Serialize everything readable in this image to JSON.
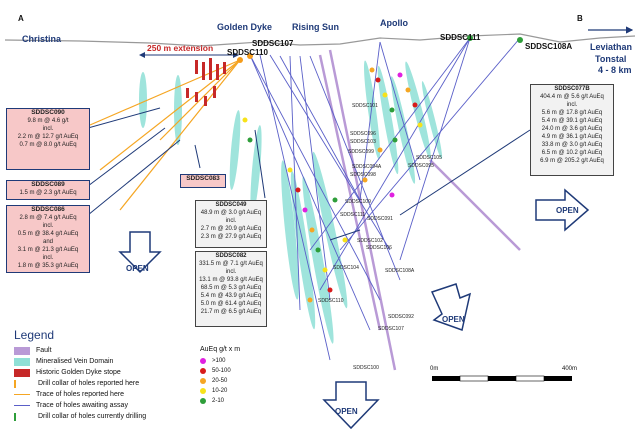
{
  "corner_labels": {
    "left": "A",
    "right": "B"
  },
  "areas": {
    "christina": "Christina",
    "golden_dyke": "Golden Dyke",
    "rising_sun": "Rising Sun",
    "apollo": "Apollo",
    "leviathan": "Leviathan",
    "tonstal": "Tonstal",
    "distance": "4 - 8 km"
  },
  "extension_label": "250 m extension",
  "collars": {
    "sddsc107": "SDDSC107",
    "sddsc110": "SDDSC110",
    "sddsc111": "SDDSC111",
    "sddsc108a": "SDDSC108A"
  },
  "boxes": {
    "sddsc090": {
      "title": "SDDSC090",
      "lines": [
        "9.8 m @ 4.6 g/t",
        "incl.",
        "2.2 m @ 12.7 g/t AuEq",
        "0.7 m @ 8.0 g/t AuEq"
      ]
    },
    "sddsc089": {
      "title": "SDDSC089",
      "lines": [
        "1.5 m @ 2.3 g/t AuEq"
      ]
    },
    "sddsc086": {
      "title": "SDDSC086",
      "lines": [
        "2.8 m @ 7.4 g/t AuEq",
        "incl.",
        "0.5 m @ 38.4 g/t AuEq",
        "and",
        "3.1 m @ 21.3 g/t AuEq",
        "incl.",
        "1.8 m @ 35.3 g/t AuEq"
      ]
    },
    "sddsc083": {
      "title": "SDDSC083"
    },
    "sddsc049": {
      "title": "SDDSC049",
      "lines": [
        "48.9 m @ 3.0 g/t AuEq",
        "incl.",
        "2.7 m @ 20.9 g/t AuEq",
        "2.3 m @ 27.9 g/t AuEq"
      ]
    },
    "sddsc082": {
      "title": "SDDSC082",
      "lines": [
        "331.5 m @ 7.1 g/t AuEq",
        "incl.",
        "13.1 m @ 93.8 g/t AuEq",
        "68.5 m @ 5.3 g/t AuEq",
        "5.4 m @ 43.9 g/t AuEq",
        "5.0 m @ 61.4 g/t AuEq",
        "21.7 m @ 6.5 g/t AuEq"
      ]
    },
    "sddsc077b": {
      "title": "SDDSC077B",
      "lines": [
        "404.4 m @ 5.6 g/t AuEq",
        "incl.",
        "5.6 m @ 17.8 g/t AuEq",
        "5.4 m @ 39.1 g/t AuEq",
        "24.0 m @ 3.6 g/t AuEq",
        "4.9 m @ 36.1 g/t AuEq",
        "33.8 m @ 3.0 g/t AuEq",
        "6.5 m @ 10.2 g/t AuEq",
        "6.9 m @ 205.2 g/t AuEq"
      ]
    }
  },
  "hole_labels": [
    "SDDSC101",
    "SDDSC096",
    "SDDSC103",
    "SDDSC099",
    "SDDSC094A",
    "SDDSC098",
    "SDDSC105",
    "SDDSC095",
    "SDDSC109",
    "SDDSC111",
    "SDDSC091",
    "SDDSC102",
    "SDDSC106",
    "SDDSC108A",
    "SDDSC104",
    "SDDSC110",
    "SDDSC092",
    "SDDSC107",
    "SDDSC100"
  ],
  "open_label": "OPEN",
  "legend": {
    "title": "Legend",
    "items": [
      {
        "label": "Fault",
        "color": "#b99ad6"
      },
      {
        "label": "Mineralised Vein Domain",
        "color": "#8fe0d6"
      },
      {
        "label": "Historic Golden Dyke stope",
        "color": "#c62828"
      },
      {
        "label": "Drill collar of holes reported here",
        "color": "#f59c1a"
      },
      {
        "label": "Trace of holes reported here",
        "color": "#f5a623"
      },
      {
        "label": "Trace of holes awaiting assay",
        "color": "#5a5fc8"
      },
      {
        "label": "Drill collar of holes currently drilling",
        "color": "#2e9e3a"
      }
    ]
  },
  "grade_legend": {
    "title": "AuEq g/t x m",
    "items": [
      {
        "label": ">100",
        "color": "#e020e0"
      },
      {
        "label": "50-100",
        "color": "#d81b1b"
      },
      {
        "label": "20-50",
        "color": "#f5a623"
      },
      {
        "label": "10-20",
        "color": "#f7e21a"
      },
      {
        "label": "2-10",
        "color": "#2e9e3a"
      }
    ]
  },
  "scale": {
    "start": "0m",
    "end": "400m"
  }
}
